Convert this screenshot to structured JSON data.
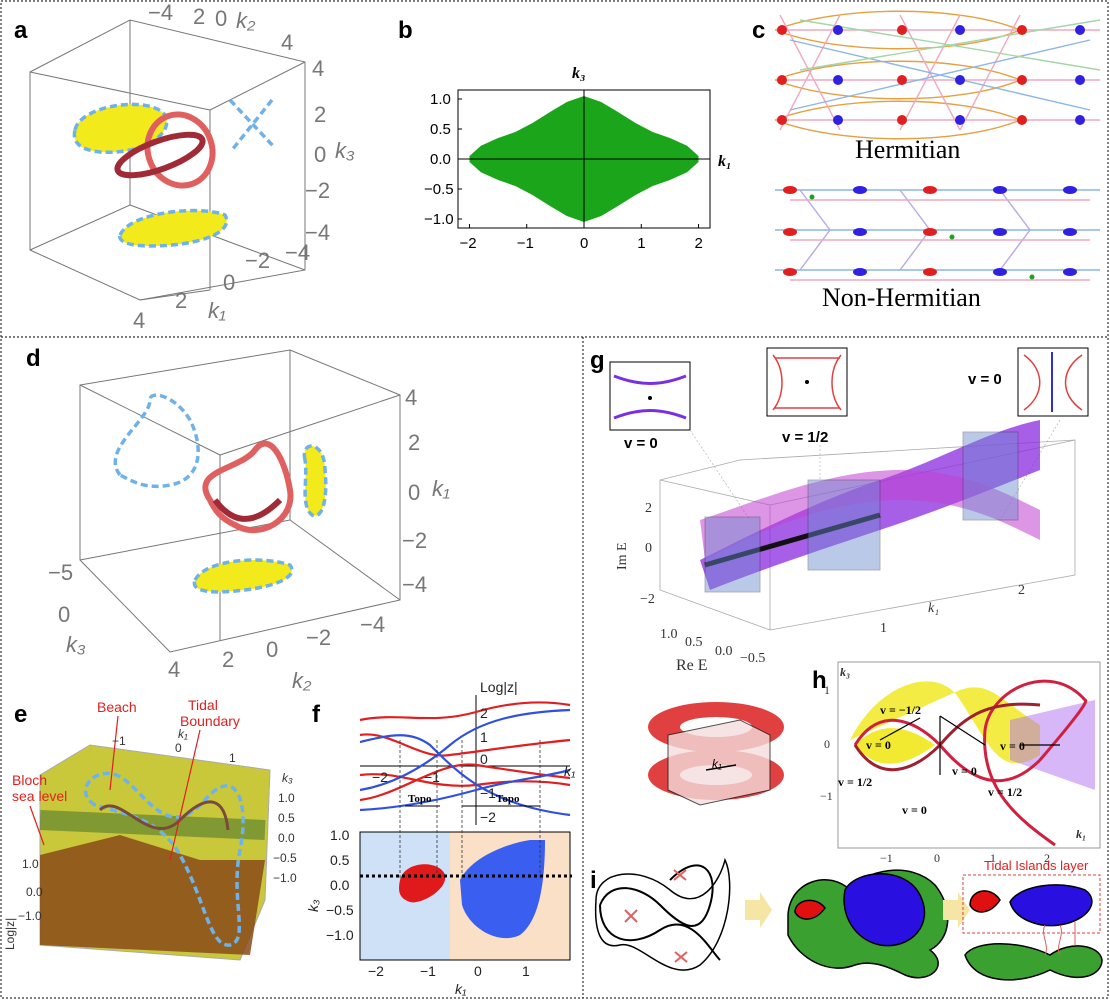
{
  "panels": {
    "a": {
      "label": "a",
      "top_ticks": [
        "−4",
        "2",
        "0",
        "4"
      ],
      "k2_label": "k₂",
      "right_ticks": [
        "4",
        "2",
        "0",
        "−2",
        "−4"
      ],
      "k3_label": "k₃",
      "bottom_ticks": [
        "−2",
        "−4"
      ],
      "k1_ticks": [
        "0",
        "2",
        "4"
      ],
      "k1_label": "k₁"
    },
    "b": {
      "label": "b",
      "k3_label": "k₃",
      "k1_label": "k₁"
    },
    "c": {
      "label": "c",
      "hermitian": "Hermitian",
      "non_hermitian": "Non-Hermitian"
    },
    "d": {
      "label": "d",
      "left_ticks": [
        "−5",
        "0"
      ],
      "k3_label": "k₃",
      "right_ticks": [
        "4",
        "2",
        "0",
        "−2",
        "−4"
      ],
      "k1_label": "k₁",
      "bottom_ticks": [
        "4",
        "2",
        "0",
        "−2",
        "−4"
      ],
      "k2_label": "k₂"
    },
    "e": {
      "label": "e",
      "beach": "Beach",
      "tidal1": "Tidal",
      "tidal2": "Boundary",
      "bloch1": "Bloch",
      "bloch2": "sea level",
      "top_ticks": [
        "−1",
        "0",
        "1"
      ],
      "k1_label": "k₁",
      "k3_label": "k₃",
      "right_ticks": [
        "1.0",
        "0.5",
        "0.0",
        "−0.5",
        "−1.0"
      ],
      "left_ticks": [
        "1.0",
        "0.0",
        "−1.0"
      ],
      "z_label": "Log|z|"
    },
    "f": {
      "label": "f",
      "top_axis_label": "Log|z|",
      "top_yticks": [
        "2",
        "1",
        "0",
        "−1",
        "−2"
      ],
      "top_xticks": [
        "−2",
        "−1"
      ],
      "k1_top": "k₁",
      "topo": "Topo",
      "bottom_yticks": [
        "1.0",
        "0.5",
        "0.0",
        "−0.5",
        "−1.0"
      ],
      "bottom_xticks": [
        "−2",
        "−1",
        "0",
        "1"
      ],
      "k3_label": "k₃",
      "k1_label": "k₁"
    },
    "g": {
      "label": "g",
      "v0_left": "v = 0",
      "v_half": "v = 1/2",
      "v0_right": "v = 0",
      "ime": "Im E",
      "re_e": "Re E",
      "yticks": [
        "2",
        "0",
        "−2"
      ],
      "re_ticks": [
        "1.0",
        "0.5",
        "0.0",
        "−0.5"
      ],
      "k1_ticks": [
        "1",
        "2"
      ],
      "k1_label": "k₁",
      "torus_k": "k₁"
    },
    "h": {
      "label": "h",
      "k3_label": "k₃",
      "yticks": [
        "1",
        "0",
        "−1"
      ],
      "xticks": [
        "−1",
        "0",
        "1",
        "2"
      ],
      "k1_label": "k₁",
      "v_neg_half": "v = −1/2",
      "v0_a": "v = 0",
      "v0_b": "v = 0",
      "v_half_a": "v = 1/2",
      "v_half_b": "v = 1/2",
      "v0_bottom": "v = 0",
      "v0_right": "v = 0"
    },
    "i": {
      "label": "i",
      "tidal_layer": "Tidal Islands layer"
    }
  },
  "chart_data": {
    "type": "area",
    "title": "",
    "xlabel": "k₁",
    "ylabel": "k₃",
    "xlim": [
      -2.2,
      2.2
    ],
    "ylim": [
      -1.15,
      1.15
    ],
    "xticks": [
      -2,
      -1,
      0,
      1,
      2
    ],
    "yticks": [
      -1.0,
      -0.5,
      0.0,
      0.5,
      1.0
    ],
    "color": "#1aa51a",
    "series": [
      {
        "name": "",
        "x": [
          -2.0,
          -1.8,
          -1.5,
          -1.2,
          -0.9,
          -0.6,
          -0.3,
          0.0,
          0.3,
          0.6,
          0.9,
          1.2,
          1.5,
          1.8,
          2.0
        ],
        "y_upper": [
          0.05,
          0.22,
          0.35,
          0.45,
          0.6,
          0.78,
          0.95,
          1.05,
          0.95,
          0.78,
          0.6,
          0.45,
          0.35,
          0.22,
          0.05
        ],
        "y_lower": [
          -0.05,
          -0.22,
          -0.35,
          -0.45,
          -0.6,
          -0.78,
          -0.95,
          -1.05,
          -0.95,
          -0.78,
          -0.6,
          -0.45,
          -0.35,
          -0.22,
          -0.05
        ]
      }
    ]
  }
}
